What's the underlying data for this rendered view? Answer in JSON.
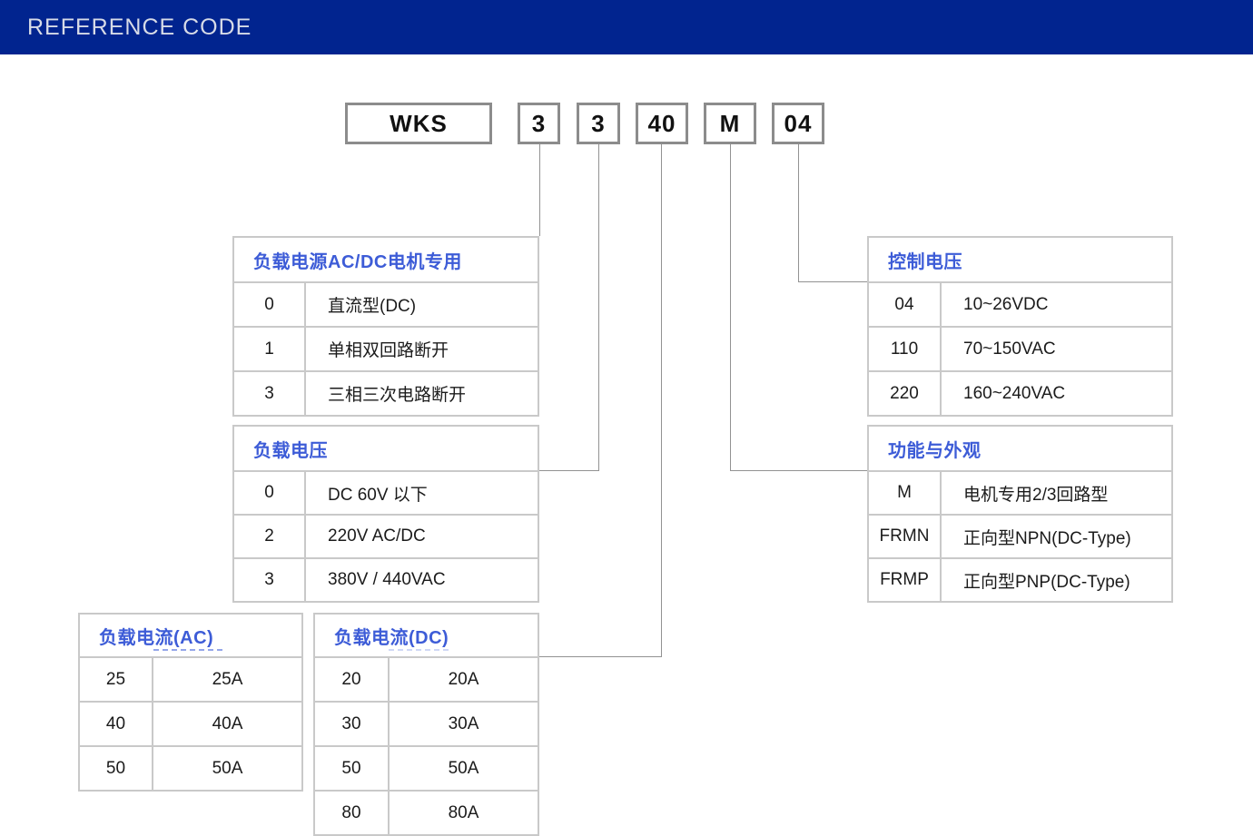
{
  "header": {
    "title": "REFERENCE CODE"
  },
  "code": {
    "series": "WKS",
    "segments": [
      "3",
      "3",
      "40",
      "M",
      "04"
    ]
  },
  "tables": {
    "load_power": {
      "title": "负载电源AC/DC电机专用",
      "rows": [
        [
          "0",
          "直流型(DC)"
        ],
        [
          "1",
          "单相双回路断开"
        ],
        [
          "3",
          "三相三次电路断开"
        ]
      ]
    },
    "load_voltage": {
      "title": "负载电压",
      "rows": [
        [
          "0",
          "DC 60V 以下"
        ],
        [
          "2",
          "220V AC/DC"
        ],
        [
          "3",
          "380V / 440VAC"
        ]
      ]
    },
    "load_current_ac": {
      "title": "负载电流(AC)",
      "rows": [
        [
          "25",
          "25A"
        ],
        [
          "40",
          "40A"
        ],
        [
          "50",
          "50A"
        ]
      ]
    },
    "load_current_dc": {
      "title": "负载电流(DC)",
      "rows": [
        [
          "20",
          "20A"
        ],
        [
          "30",
          "30A"
        ],
        [
          "50",
          "50A"
        ],
        [
          "80",
          "80A"
        ]
      ]
    },
    "control_voltage": {
      "title": "控制电压",
      "rows": [
        [
          "04",
          "10~26VDC"
        ],
        [
          "110",
          "70~150VAC"
        ],
        [
          "220",
          "160~240VAC"
        ]
      ]
    },
    "function_appearance": {
      "title": "功能与外观",
      "rows": [
        [
          "M",
          "电机专用2/3回路型"
        ],
        [
          "FRMN",
          "正向型NPN(DC-Type)"
        ],
        [
          "FRMP",
          "正向型PNP(DC-Type)"
        ]
      ]
    }
  },
  "colors": {
    "top_bar_bg": "#01248F",
    "accent_blue": "#3D5CD7",
    "table_border": "#C9C9C9",
    "box_border": "#8C8C8C",
    "connector_line": "#929292",
    "text": "#1B1B1B"
  }
}
